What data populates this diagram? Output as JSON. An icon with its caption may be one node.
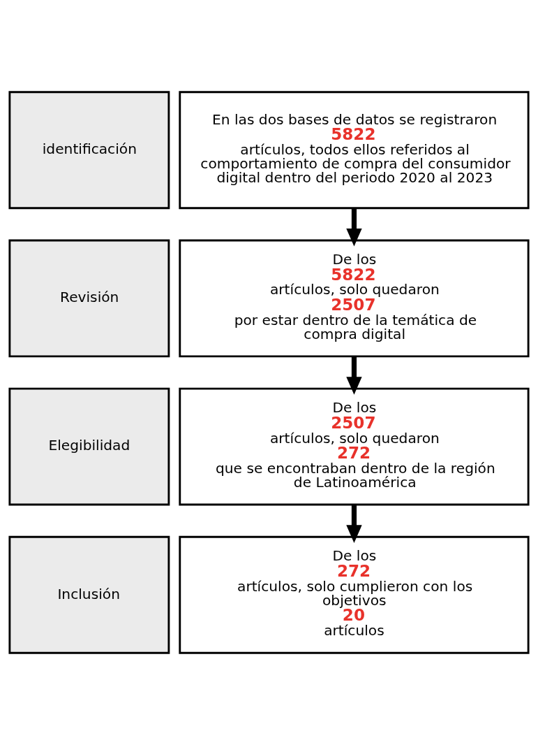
{
  "diagram": {
    "nodes": [
      {
        "text": [
          "identificación"
        ]
      },
      {
        "text": [
          "En las dos bases de datos se registraron",
          "5822",
          "artículos, todos ellos referidos al comportamiento de compra del consumidor digital dentro del periodo 2020 al 2023"
        ]
      },
      {
        "text": [
          "Revisión"
        ]
      },
      {
        "text": [
          "De los",
          "5822",
          "artículos, solo quedaron",
          "2507",
          "por estar dentro de la temática de compra digital"
        ]
      },
      {
        "text": [
          "Elegibilidad"
        ]
      },
      {
        "text": [
          "De los",
          "2507",
          "artículos, solo quedaron",
          "272",
          "que se encontraban dentro de la región de Latinoamérica"
        ]
      },
      {
        "text": [
          "Inclusión"
        ]
      },
      {
        "text": [
          "De los",
          "272",
          "artículos, solo cumplieron con los objetivos",
          "20",
          "artículos"
        ]
      }
    ],
    "edges": [
      {
        "from": 1,
        "to": 3,
        "arrow": "to"
      },
      {
        "from": 3,
        "to": 5,
        "arrow": "to"
      },
      {
        "from": 5,
        "to": 7,
        "arrow": "to"
      }
    ]
  }
}
